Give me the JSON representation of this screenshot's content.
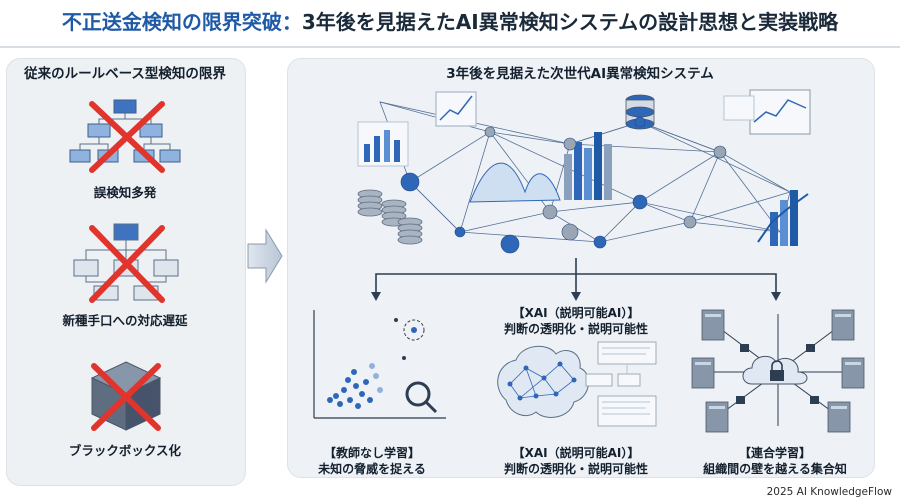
{
  "title": {
    "part1": "不正送金検知の限界突破：",
    "part2": "3年後を見据えたAI異常検知システムの設計思想と実装戦略"
  },
  "left": {
    "heading": "従来のルールベース型検知の限界",
    "items": [
      {
        "label": "誤検知多発"
      },
      {
        "label": "新種手口への対応遅延"
      },
      {
        "label": "ブラックボックス化"
      }
    ]
  },
  "right": {
    "heading": "3年後を見据えた次世代AI異常検知システム",
    "center_top": {
      "line1": "【XAI（説明可能AI）】",
      "line2": "判断の透明化・説明可能性"
    },
    "cards": [
      {
        "line1": "【教師なし学習】",
        "line2": "未知の脅威を捉える"
      },
      {
        "line1": "【XAI（説明可能AI）】",
        "line2": "判断の透明化・説明可能性"
      },
      {
        "line1": "【連合学習】",
        "line2": "組織間の壁を越える集合知"
      }
    ]
  },
  "footer": "2025 AI KnowledgeFlow",
  "colors": {
    "accent_blue": "#1f5aa6",
    "cross_red": "#e0342c",
    "node_blue": "#2f67b8"
  },
  "icons": [
    "hierarchy-chart-icon",
    "cube-icon",
    "cross-icon",
    "network-icon",
    "bar-chart-icon",
    "coin-stack-icon",
    "database-icon",
    "brain-icon",
    "magnifier-icon",
    "server-icon",
    "cloud-icon",
    "lock-icon"
  ]
}
